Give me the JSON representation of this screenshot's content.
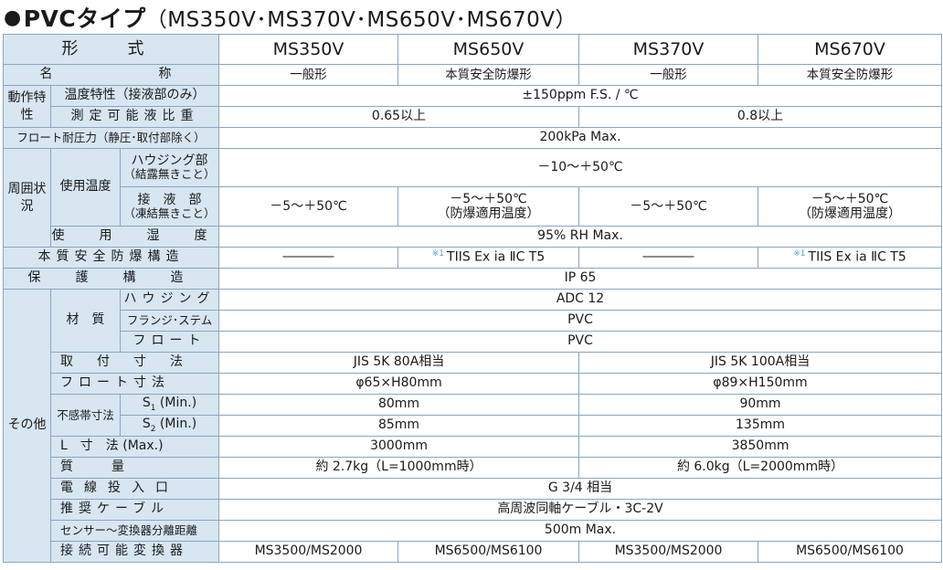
{
  "title": {
    "bullet": "●",
    "main": "PVCタイプ",
    "sub": "（MS350V･MS370V･MS650V･MS670V）"
  },
  "header": {
    "label": "形　式",
    "models": [
      "MS350V",
      "MS650V",
      "MS370V",
      "MS670V"
    ]
  },
  "name_row": {
    "label": "名　　　　称",
    "values": [
      "一般形",
      "本質安全防爆形",
      "一般形",
      "本質安全防爆形"
    ]
  },
  "operation": {
    "group": "動作特性",
    "temp_char_label": "温度特性（接液部のみ）",
    "temp_char_value": "±150ppm F.S. / ℃",
    "density_label": "測定可能液比重",
    "density_values": [
      "0.65以上",
      "0.8以上"
    ]
  },
  "float_pressure": {
    "label": "フロート耐圧力（静圧･取付部除く）",
    "value": "200kPa Max."
  },
  "ambient": {
    "group": "周囲状況",
    "use_temp_label": "使用温度",
    "housing_label": "ハウジング部",
    "housing_note": "（結露無きこと）",
    "housing_value": "－10～＋50℃",
    "wetted_label": "接　液　部",
    "wetted_note": "（凍結無きこと）",
    "wetted_values": [
      {
        "main": "－5～＋50℃",
        "note": ""
      },
      {
        "main": "－5～＋50℃",
        "note": "（防爆適用温度）"
      },
      {
        "main": "－5～＋50℃",
        "note": ""
      },
      {
        "main": "－5～＋50℃",
        "note": "（防爆適用温度）"
      }
    ],
    "humidity_label": "使　用　湿　度",
    "humidity_value": "95% RH Max."
  },
  "explosion": {
    "label": "本質安全防爆構造",
    "values": [
      "――――",
      "TIIS Ex ia ⅡC T5",
      "――――",
      "TIIS Ex ia ⅡC T5"
    ],
    "note_mark": "※1"
  },
  "protection": {
    "label": "保　護　構　造",
    "value": "IP 65"
  },
  "other": {
    "group": "その他",
    "material_label": "材　質",
    "housing_label": "ハウジング",
    "housing_value": "ADC 12",
    "flange_label": "フランジ･ステム",
    "flange_value": "PVC",
    "float_label": "フロート",
    "float_value": "PVC",
    "mount_label": "取　付　寸　法",
    "mount_values": [
      "JIS 5K 80A相当",
      "JIS 5K 100A相当"
    ],
    "float_dim_label": "フロート寸法",
    "float_dim_values": [
      "φ65×H80mm",
      "φ89×H150mm"
    ],
    "dead_band_label": "不感帯寸法",
    "s1_label": "S",
    "s1_sub": "1",
    "s1_suffix": " (Min.)",
    "s1_values": [
      "80mm",
      "90mm"
    ],
    "s2_label": "S",
    "s2_sub": "2",
    "s2_suffix": " (Min.)",
    "s2_values": [
      "85mm",
      "135mm"
    ],
    "l_label": "L　寸　法 (Max.)",
    "l_values": [
      "3000mm",
      "3850mm"
    ],
    "mass_label": "質　　　量",
    "mass_values": [
      "約 2.7kg（L=1000mm時）",
      "約 6.0kg（L=2000mm時）"
    ],
    "cable_entry_label": "電線投入口",
    "cable_entry_value": "G 3/4 相当",
    "cable_label": "推奨ケーブル",
    "cable_value": "高周波同軸ケーブル・3C-2V",
    "distance_label": "センサー～変換器分離距離",
    "distance_value": "500m Max.",
    "converter_label": "接続可能変換器",
    "converter_values": [
      "MS3500/MS2000",
      "MS6500/MS6100",
      "MS3500/MS2000",
      "MS6500/MS6100"
    ]
  },
  "colors": {
    "label_bg": "#d8e6f2",
    "border": "#8aa6bf",
    "note_mark": "#4aa3d8"
  }
}
